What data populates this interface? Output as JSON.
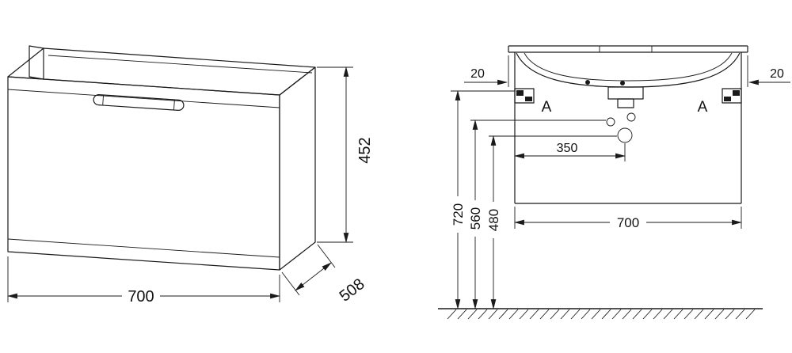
{
  "perspective_view": {
    "width_mm": "700",
    "height_mm": "452",
    "depth_mm": "508"
  },
  "front_view": {
    "countertop_overhang_left_mm": "20",
    "countertop_overhang_right_mm": "20",
    "bracket_label_left": "A",
    "bracket_label_right": "A",
    "drain_offset_mm": "350",
    "cabinet_width_mm": "700",
    "height_top_mm": "720",
    "height_inlet_mm": "560",
    "height_drain_mm": "480"
  }
}
